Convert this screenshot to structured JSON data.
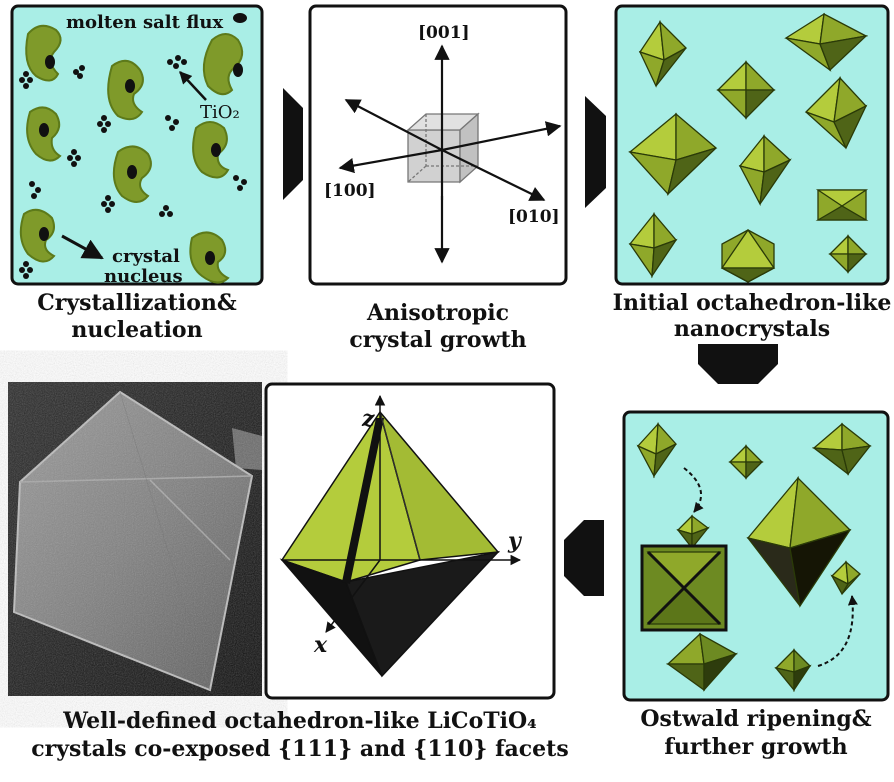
{
  "panels": {
    "nucleation": {
      "caption_line1": "Crystallization&",
      "caption_line2": "nucleation",
      "label_flux": "molten salt flux",
      "label_tio2": "TiO₂",
      "label_nucleus_line1": "crystal",
      "label_nucleus_line2": "nucleus"
    },
    "growth": {
      "caption_line1": "Anisotropic",
      "caption_line2": "crystal growth",
      "axis_001": "[001]",
      "axis_100": "[100]",
      "axis_010": "[010]"
    },
    "initial": {
      "caption_line1": "Initial octahedron-like",
      "caption_line2": "nanocrystals"
    },
    "ripening": {
      "caption_line1": "Ostwald ripening&",
      "caption_line2": "further growth"
    },
    "final": {
      "caption_line1": "Well-defined octahedron-like LiCoTiO₄",
      "caption_line2": "crystals co-exposed {111} and {110} facets",
      "axis_z": "z",
      "axis_y": "y",
      "axis_x": "x"
    }
  },
  "colors": {
    "panel_bg": "#a9eee6",
    "grain_fill": "#7f9a2a",
    "grain_edge": "#5d7a1a",
    "crystal_light": "#b4cc3c",
    "crystal_mid": "#8fa82a",
    "crystal_dark": "#4f6417",
    "arrow": "#111111"
  }
}
